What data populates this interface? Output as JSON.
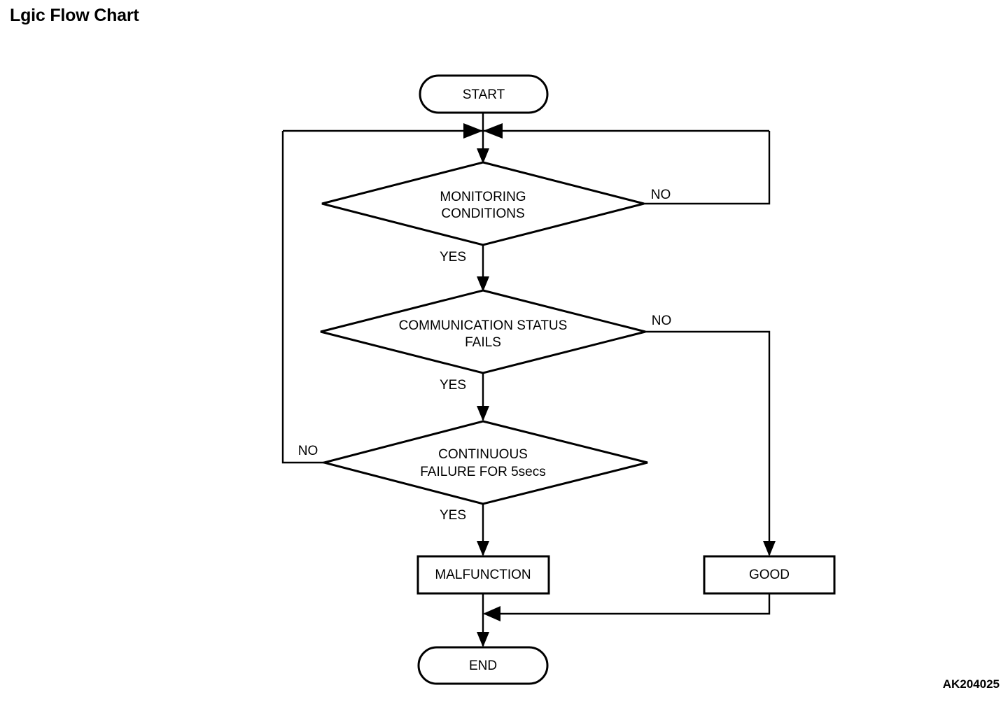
{
  "page": {
    "title": "Lgic Flow Chart",
    "figure_id": "AK204025",
    "background_color": "#ffffff",
    "line_color": "#000000"
  },
  "chart_data": {
    "type": "diagram",
    "diagram_kind": "flowchart",
    "title": "Lgic Flow Chart",
    "nodes": [
      {
        "id": "start",
        "shape": "terminator",
        "label": "START"
      },
      {
        "id": "d1",
        "shape": "decision",
        "label": "MONITORING CONDITIONS",
        "line1": "MONITORING",
        "line2": "CONDITIONS"
      },
      {
        "id": "d2",
        "shape": "decision",
        "label": "COMMUNICATION STATUS FAILS",
        "line1": "COMMUNICATION STATUS",
        "line2": "FAILS"
      },
      {
        "id": "d3",
        "shape": "decision",
        "label": "CONTINUOUS FAILURE FOR 5secs",
        "line1": "CONTINUOUS",
        "line2": "FAILURE FOR 5secs"
      },
      {
        "id": "malf",
        "shape": "process",
        "label": "MALFUNCTION"
      },
      {
        "id": "good",
        "shape": "process",
        "label": "GOOD"
      },
      {
        "id": "end",
        "shape": "terminator",
        "label": "END"
      }
    ],
    "edges": [
      {
        "from": "start",
        "to": "d1",
        "label": ""
      },
      {
        "from": "d1",
        "to": "d2",
        "label": "YES"
      },
      {
        "from": "d1",
        "to": "start_junction",
        "label": "NO"
      },
      {
        "from": "d2",
        "to": "d3",
        "label": "YES"
      },
      {
        "from": "d2",
        "to": "good",
        "label": "NO"
      },
      {
        "from": "d3",
        "to": "malf",
        "label": "YES"
      },
      {
        "from": "d3",
        "to": "start_junction",
        "label": "NO"
      },
      {
        "from": "malf",
        "to": "end",
        "label": ""
      },
      {
        "from": "good",
        "to": "end",
        "label": ""
      }
    ],
    "labels": {
      "yes_1": "YES",
      "no_1": "NO",
      "yes_2": "YES",
      "no_2": "NO",
      "yes_3": "YES",
      "no_3": "NO"
    }
  }
}
